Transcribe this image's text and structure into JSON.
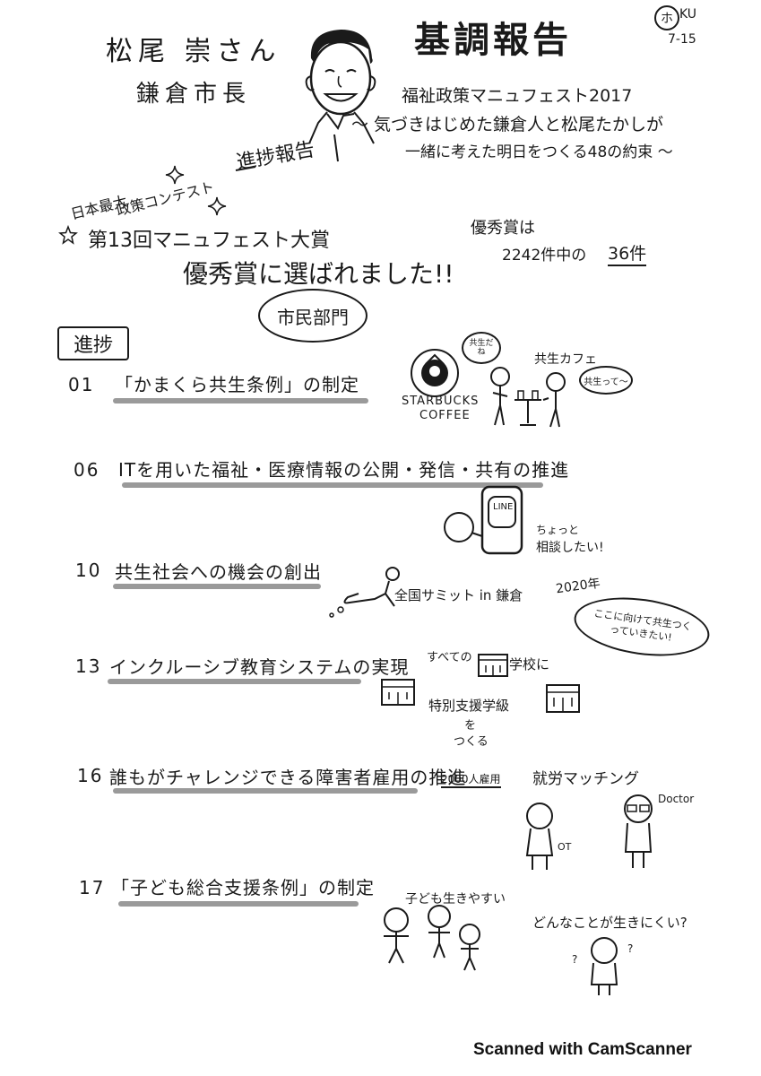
{
  "header": {
    "title": "基調報告",
    "stamp_mark": "ホ",
    "stamp_ku": "KU",
    "date": "7-15"
  },
  "speaker": {
    "name": "松尾 崇さん",
    "role": "鎌倉市長"
  },
  "manifesto": {
    "title": "福祉政策マニュフェスト2017",
    "sub1": "〜 気づきはじめた鎌倉人と松尾たかしが",
    "sub2": "一緒に考えた明日をつくる48の約束 〜"
  },
  "progress_label": "進捗報告",
  "award": {
    "line1": "日本最大",
    "line2": "政策コンテスト",
    "line3": "第13回マニュフェスト大賞",
    "line4": "優秀賞に選ばれました!!",
    "category": "市民部門",
    "stats_label": "優秀賞は",
    "stats_total": "2242件中の",
    "stats_count": "36件"
  },
  "section_label": "進捗",
  "items": [
    {
      "num": "01",
      "text": "「かまくら共生条例」の制定"
    },
    {
      "num": "06",
      "text": "ITを用いた福祉・医療情報の公開・発信・共有の推進"
    },
    {
      "num": "10",
      "text": "共生社会への機会の創出"
    },
    {
      "num": "13",
      "text": "インクルーシブ教育システムの実現"
    },
    {
      "num": "16",
      "text": "誰もがチャレンジできる障害者雇用の推進"
    },
    {
      "num": "17",
      "text": "「子ども総合支援条例」の制定"
    }
  ],
  "illustrations": {
    "starbucks_line1": "STARBUCKS",
    "starbucks_line2": "COFFEE",
    "kyosei_cafe": "共生カフェ",
    "bubble_kyosei": "共生だね",
    "bubble_kyosei2": "共生って〜",
    "line_app": "LINE",
    "line_caption1": "ちょっと",
    "line_caption2": "相談したい!",
    "summit": "全国サミット in 鎌倉",
    "summit_year": "2020年",
    "summit_bubble": "ここに向けて共生つくっていきたい!",
    "school_line1": "すべての",
    "school_line2": "学校に",
    "school_line3": "特別支援学級",
    "school_line4": "を",
    "school_line5": "つくる",
    "employment": "2000人雇用",
    "matching": "就労マッチング",
    "doctor": "Doctor",
    "ot": "OT",
    "kids_easy": "子ども生きやすい",
    "kids_hard": "どんなことが生きにくい?"
  },
  "footer": {
    "scanner": "Scanned with CamScanner"
  }
}
